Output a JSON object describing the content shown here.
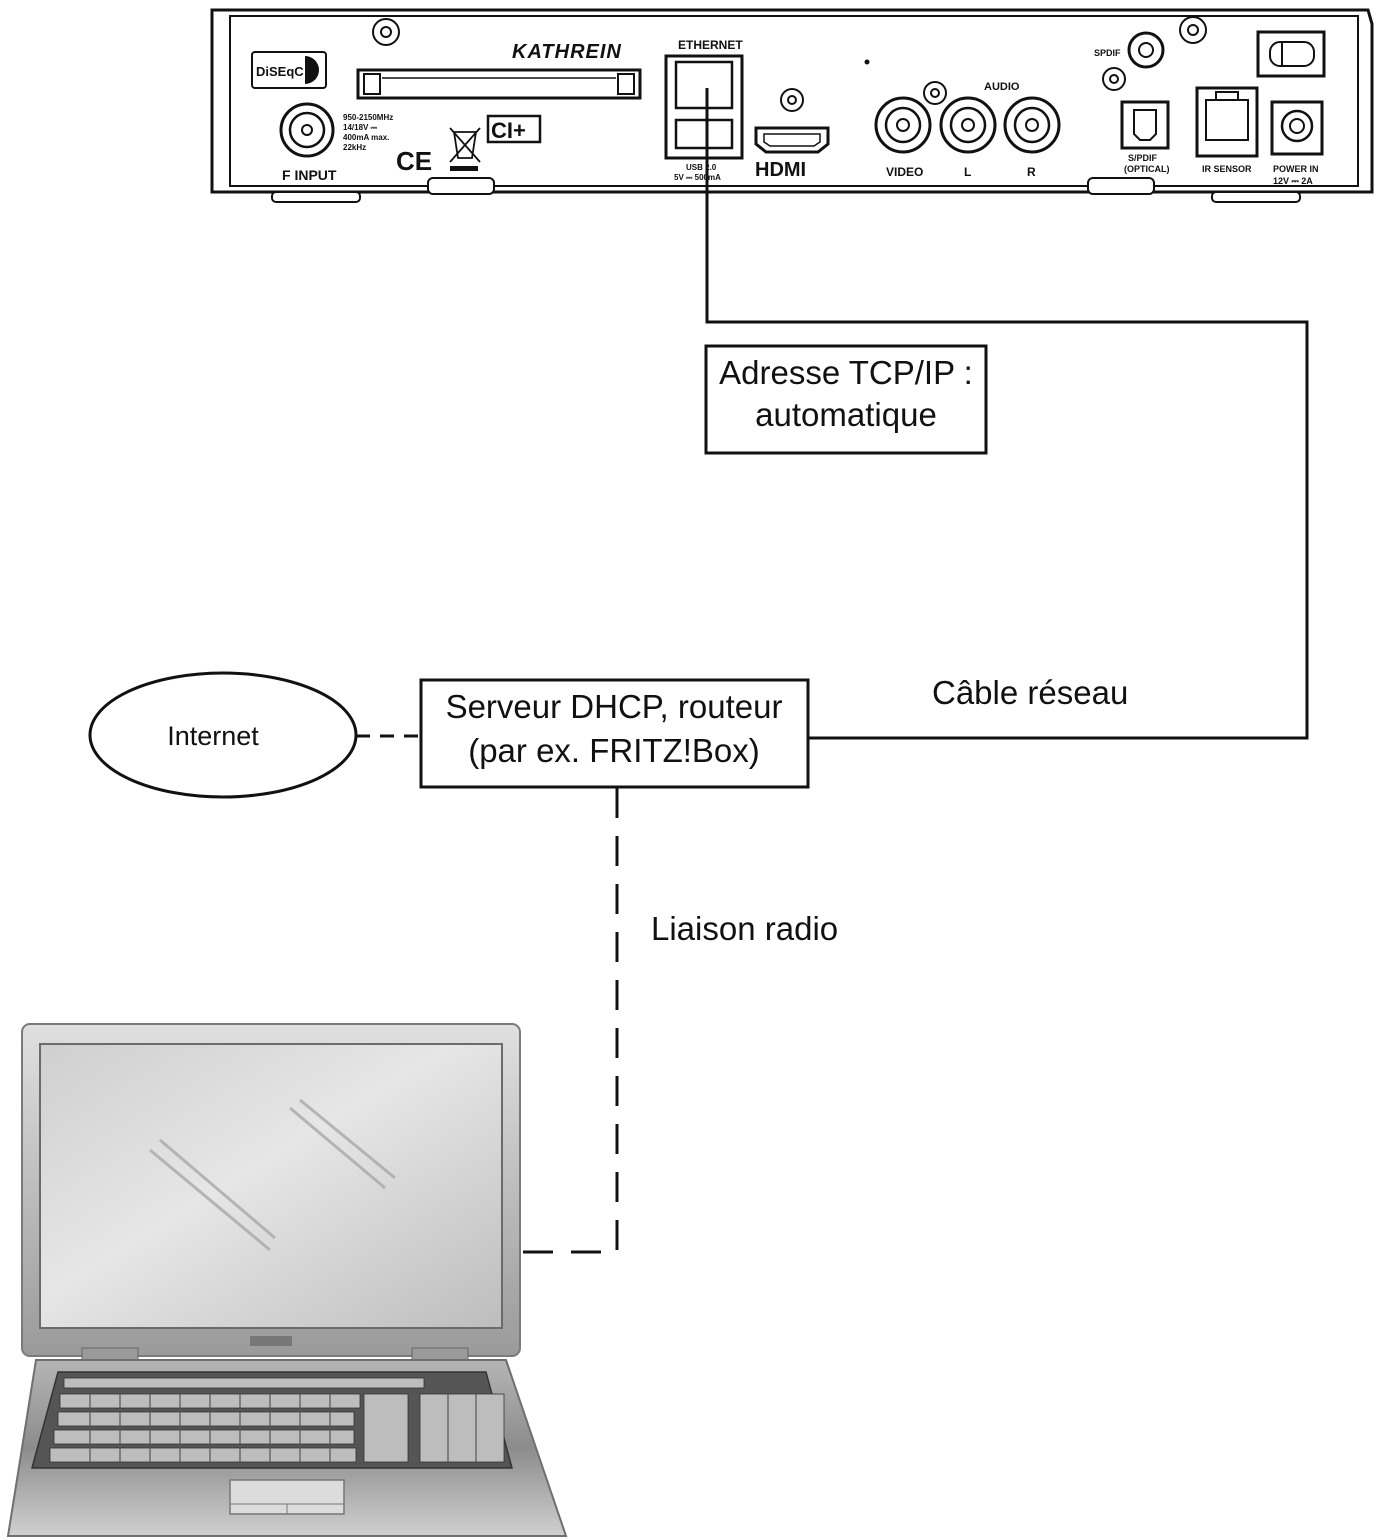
{
  "receiver": {
    "brand": "KATHREIN",
    "diseqc_logo": "DiSEqC",
    "ci_logo": "CI+",
    "ce_mark": "CE",
    "f_input": "F INPUT",
    "f_input_spec": [
      "950-2150MHz",
      "14/18V ⎓",
      "400mA max.",
      "22kHz"
    ],
    "ethernet": "ETHERNET",
    "usb_spec": [
      "USB 2.0",
      "5V ⎓ 500mA"
    ],
    "hdmi": "HDMI",
    "audio": "AUDIO",
    "video": "VIDEO",
    "audio_l": "L",
    "audio_r": "R",
    "spdif": "SPDIF",
    "spdif_optical": [
      "S/PDIF",
      "(OPTICAL)"
    ],
    "ir_sensor": "IR SENSOR",
    "power_in": [
      "POWER IN",
      "12V ⎓ 2A"
    ]
  },
  "diagram": {
    "tcpip_box": [
      "Adresse TCP/IP :",
      "automatique"
    ],
    "router_box": [
      "Serveur DHCP, routeur",
      "(par ex. FRITZ!Box)"
    ],
    "internet": "Internet",
    "cable_label": "Câble réseau",
    "radio_label": "Liaison radio"
  },
  "icons": {
    "receiver": "satellite-receiver-rear-panel",
    "laptop": "laptop-icon",
    "internet": "cloud-ellipse-icon"
  },
  "colors": {
    "line": "#111111",
    "panel": "#f2f2f2",
    "laptop_screen": "#d8d8d8",
    "laptop_body": "#8a8a8a"
  }
}
